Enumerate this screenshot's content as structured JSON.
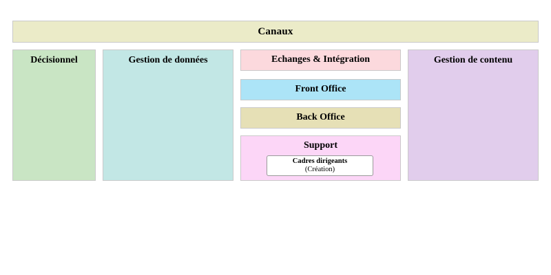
{
  "banner": {
    "label": "Canaux"
  },
  "columns": [
    {
      "key": "decisionnel",
      "label": "Décisionnel",
      "color": "#c9e5c4"
    },
    {
      "key": "gestion_donnees",
      "label": "Gestion de données",
      "color": "#c2e7e5"
    },
    {
      "key": "gestion_contenu",
      "label": "Gestion de contenu",
      "color": "#e1cdec"
    }
  ],
  "stack": {
    "boxes": [
      {
        "key": "echanges",
        "label": "Echanges & Intégration",
        "color": "#fcd9dd"
      },
      {
        "key": "front_office",
        "label": "Front Office",
        "color": "#ace4f7"
      },
      {
        "key": "back_office",
        "label": "Back Office",
        "color": "#e6e0b6"
      },
      {
        "key": "support",
        "label": "Support",
        "color": "#fcd6f7"
      }
    ],
    "support_node": {
      "title": "Cadres dirigeants",
      "subtitle": "(Création)"
    }
  },
  "palette": {
    "banner_fill": "#ebebc8",
    "border": "#c9c9c9",
    "node_border": "#9a9a9a",
    "node_fill": "#ffffff",
    "background": "#ffffff",
    "text": "#000000"
  }
}
